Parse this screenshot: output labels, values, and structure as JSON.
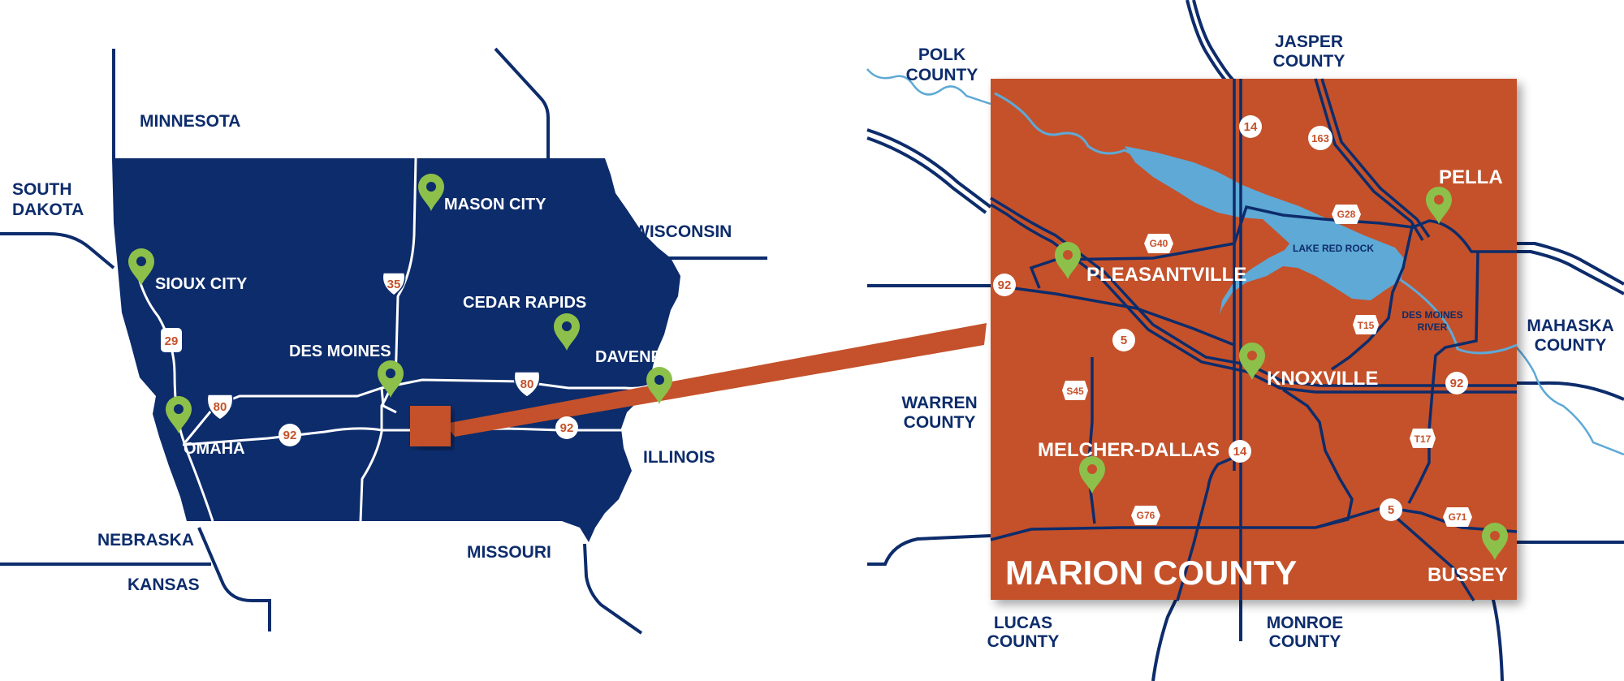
{
  "colors": {
    "navy": "#0d2c6b",
    "orange": "#c4512b",
    "green": "#8cc04b",
    "water": "#5ea9d6",
    "white": "#ffffff"
  },
  "iowa_map": {
    "neighbors": {
      "minnesota": "MINNESOTA",
      "south_dakota_1": "SOUTH",
      "south_dakota_2": "DAKOTA",
      "wisconsin": "WISCONSIN",
      "illinois": "ILLINOIS",
      "missouri": "MISSOURI",
      "nebraska": "NEBRASKA",
      "kansas": "KANSAS"
    },
    "cities": {
      "mason_city": "MASON CITY",
      "sioux_city": "SIOUX CITY",
      "cedar_rapids": "CEDAR RAPIDS",
      "des_moines": "DES MOINES",
      "davenport": "DAVENPORT",
      "omaha": "OMAHA"
    },
    "highways": {
      "i35": "35",
      "us29": "29",
      "i80_west": "80",
      "i80_east": "80",
      "us92_west": "92",
      "us92_east": "92"
    }
  },
  "marion_map": {
    "county_title": "MARION COUNTY",
    "neighbors": {
      "polk_1": "POLK",
      "polk_2": "COUNTY",
      "jasper_1": "JASPER",
      "jasper_2": "COUNTY",
      "mahaska_1": "MAHASKA",
      "mahaska_2": "COUNTY",
      "warren_1": "WARREN",
      "warren_2": "COUNTY",
      "lucas_1": "LUCAS",
      "lucas_2": "COUNTY",
      "monroe_1": "MONROE",
      "monroe_2": "COUNTY"
    },
    "cities": {
      "pella": "PELLA",
      "pleasantville": "PLEASANTVILLE",
      "knoxville": "KNOXVILLE",
      "melcher_dallas": "MELCHER-DALLAS",
      "bussey": "BUSSEY"
    },
    "water_labels": {
      "lake": "LAKE RED ROCK",
      "river_1": "DES MOINES",
      "river_2": "RIVER"
    },
    "highways": {
      "r14_north": "14",
      "r163": "163",
      "g28": "G28",
      "g40": "G40",
      "r92_west": "92",
      "r5_north": "5",
      "t15": "T15",
      "s45": "S45",
      "r92_east": "92",
      "t17": "T17",
      "r14_south": "14",
      "r5_south": "5",
      "g71": "G71",
      "g76": "G76"
    }
  }
}
